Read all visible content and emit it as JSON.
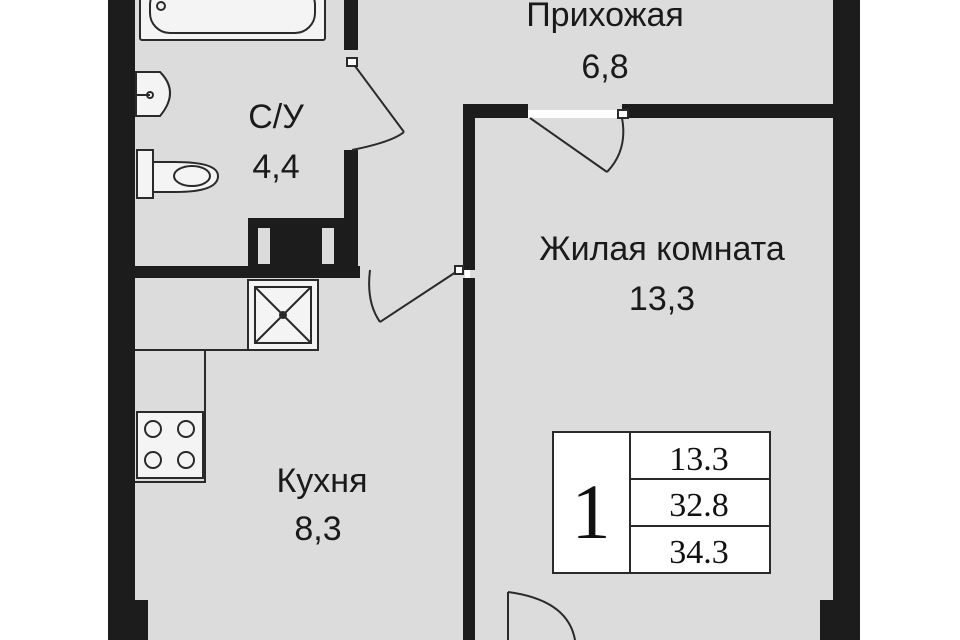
{
  "rooms": {
    "hallway": {
      "name": "Прихожая",
      "area": "6,8"
    },
    "bathroom": {
      "name": "С/У",
      "area": "4,4"
    },
    "living": {
      "name": "Жилая комната",
      "area": "13,3"
    },
    "kitchen": {
      "name": "Кухня",
      "area": "8,3"
    }
  },
  "summary": {
    "rooms_count": "1",
    "living_area": "13.3",
    "total_area": "32.8",
    "total_area_with_balcony": "34.3"
  },
  "colors": {
    "wall": "#1c1c1c",
    "floor": "#dcdcdc",
    "line": "#2a2a2a",
    "fixture_fill": "#f4f4f4",
    "background": "#ffffff"
  },
  "icons": [
    "bathtub-icon",
    "sink-icon",
    "toilet-icon",
    "shower-tray-icon",
    "stove-icon"
  ]
}
